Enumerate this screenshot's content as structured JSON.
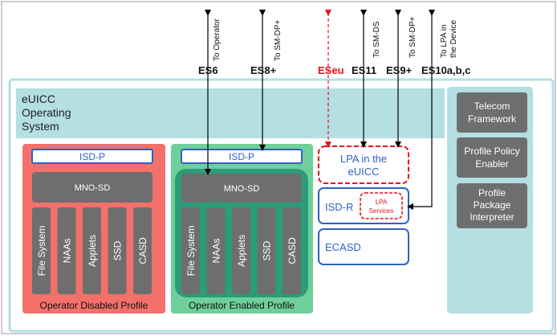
{
  "interfaces": {
    "es6": {
      "label": "ES6",
      "target": "To Operator"
    },
    "es8": {
      "label": "ES8+",
      "target": "To SM-DP+"
    },
    "eseu": {
      "label": "ESeu",
      "color": "#e8101c"
    },
    "es11": {
      "label": "ES11",
      "target": "To SM-DS"
    },
    "es9": {
      "label": "ES9+",
      "target": "To SM-DP+"
    },
    "es10": {
      "label": "ES10a,b,c",
      "target_line1": "To LPA in",
      "target_line2": "the Device"
    }
  },
  "euicc": {
    "os_line1": "eUICC",
    "os_line2": "Operating",
    "os_line3": "System"
  },
  "disabled_profile": {
    "isd_p": "ISD-P",
    "mno_sd": "MNO-SD",
    "apps": [
      "File System",
      "NAAs",
      "Applets",
      "SSD",
      "CASD"
    ],
    "caption": "Operator Disabled Profile",
    "color": "#f4706a"
  },
  "enabled_profile": {
    "isd_p": "ISD-P",
    "mno_sd": "MNO-SD",
    "apps": [
      "File System",
      "NAAs",
      "Applets",
      "SSD",
      "CASD"
    ],
    "caption": "Operator Enabled Profile",
    "color": "#6fcf9a"
  },
  "lpa": {
    "line1": "LPA in the",
    "line2": "eUICC"
  },
  "isd_r": {
    "label": "ISD-R",
    "lpa_services_line1": "LPA",
    "lpa_services_line2": "Services"
  },
  "ecasd": {
    "label": "ECASD"
  },
  "right_panel": {
    "telecom": [
      "Telecom",
      "Framework"
    ],
    "policy": [
      "Profile Policy",
      "Enabler"
    ],
    "package": [
      "Profile",
      "Package",
      "Interpreter"
    ]
  },
  "colors": {
    "blue": "#2e62c4",
    "red": "#e8101c",
    "grey_box": "#6e6e6e",
    "teal": "#b4dfe3"
  }
}
